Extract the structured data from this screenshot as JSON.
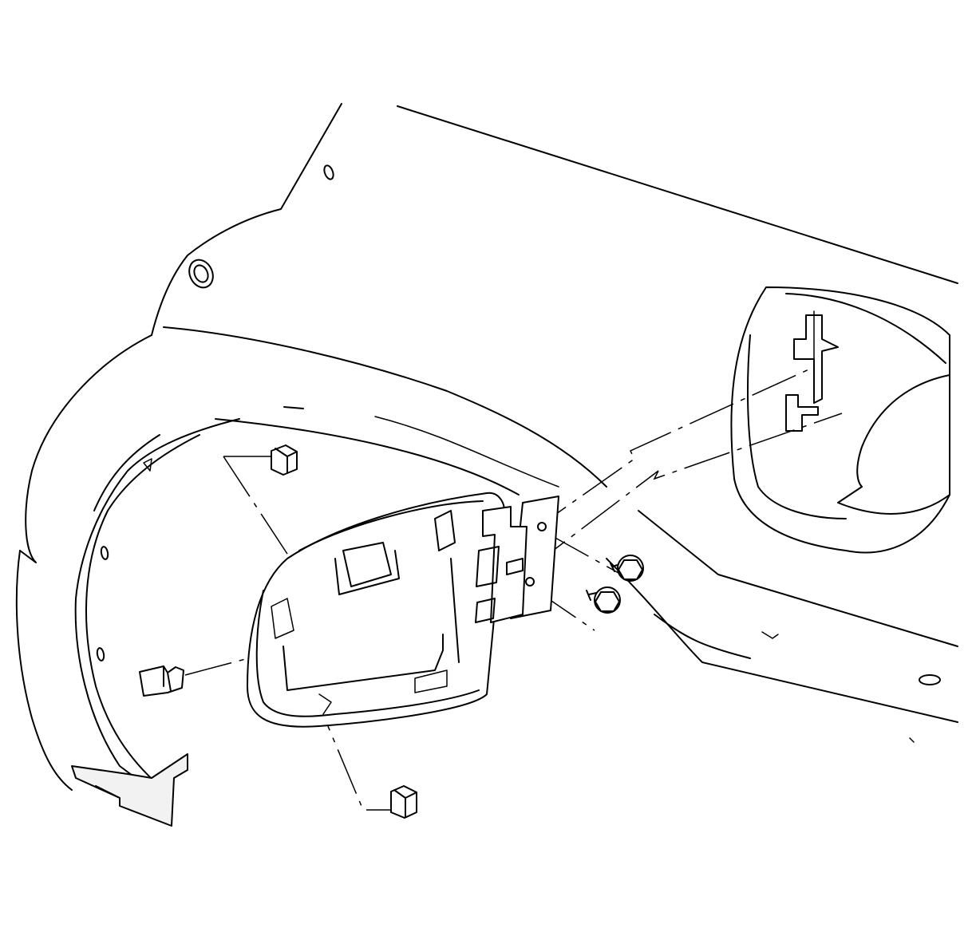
{
  "diagram": {
    "title": "",
    "labels": [],
    "colors": {
      "line": "#000000",
      "background": "#ffffff"
    },
    "parts": [
      {
        "id": "quarter-panel",
        "icon": "body-panel-icon"
      },
      {
        "id": "wheelhouse-liner",
        "icon": "liner-icon"
      },
      {
        "id": "fuel-door-housing",
        "icon": "housing-icon"
      },
      {
        "id": "fuel-door",
        "icon": "door-icon"
      },
      {
        "id": "hinge-bracket",
        "icon": "bracket-icon"
      },
      {
        "id": "bolt-upper",
        "icon": "bolt-icon"
      },
      {
        "id": "bolt-lower",
        "icon": "bolt-icon"
      },
      {
        "id": "retainer-clip",
        "icon": "clip-icon"
      },
      {
        "id": "push-nut-upper",
        "icon": "nut-icon"
      },
      {
        "id": "push-nut-lower",
        "icon": "nut-icon"
      }
    ]
  }
}
